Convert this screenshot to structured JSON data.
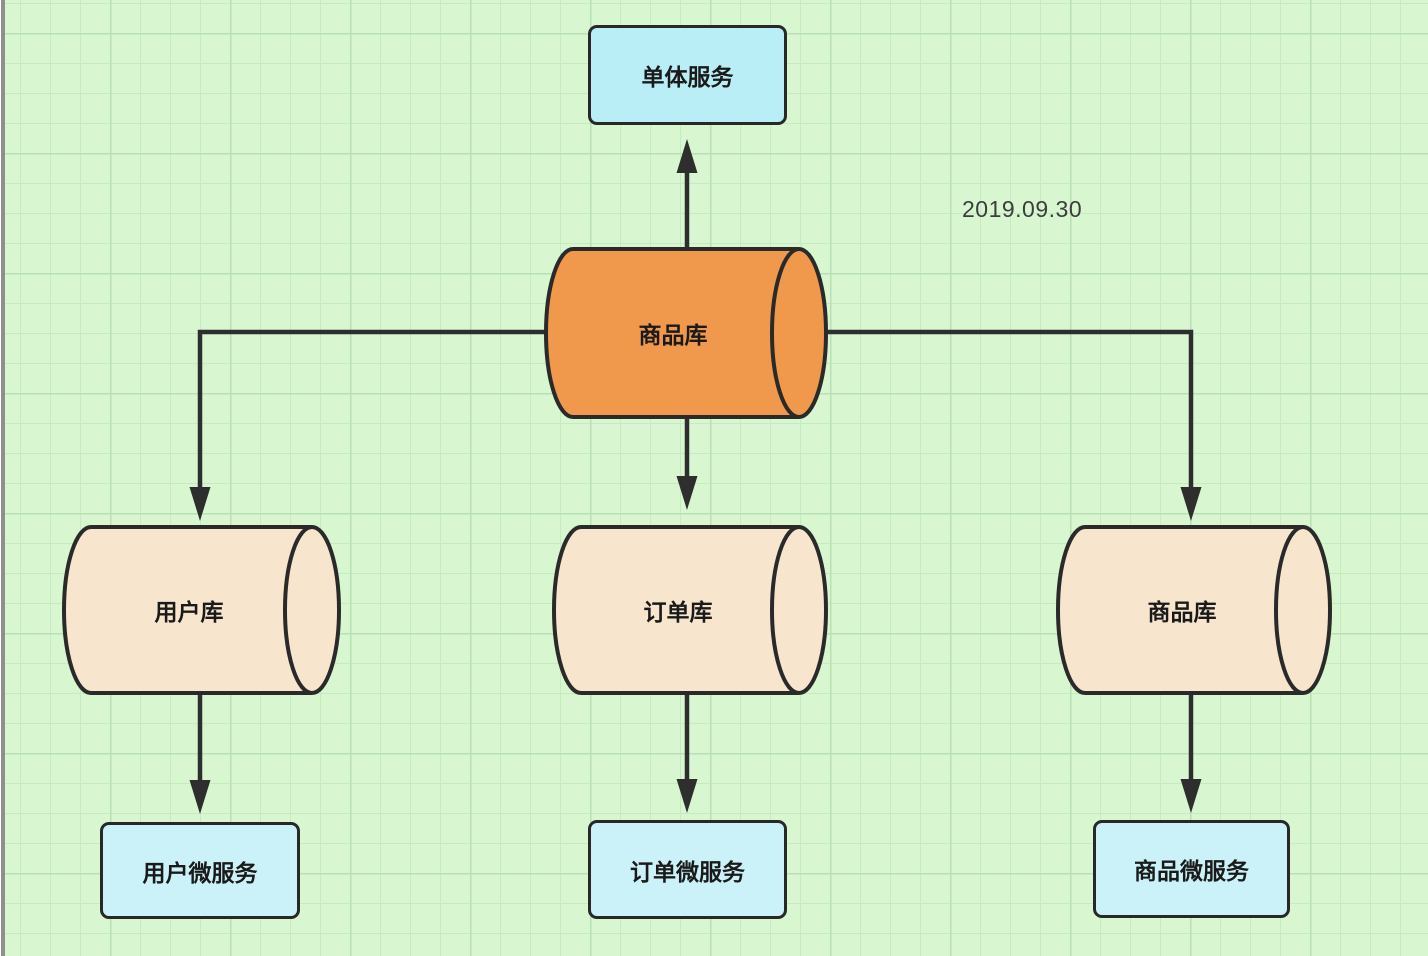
{
  "canvas": {
    "date_label": "2019.09.30",
    "background_color": "#d8f7d1",
    "grid_minor_color": "#c7ebc1",
    "grid_major_color": "#b9e0b4",
    "edge_color": "#2e2e2e",
    "shape_border_color": "#2a2a2a"
  },
  "nodes": {
    "monolith_service": {
      "label": "单体服务",
      "shape": "rounded-rect",
      "fill": "#b9eef7"
    },
    "central_product_db": {
      "label": "商品库",
      "shape": "cylinder",
      "fill": "#f0984c"
    },
    "user_db": {
      "label": "用户库",
      "shape": "cylinder",
      "fill": "#f8e5ce"
    },
    "order_db": {
      "label": "订单库",
      "shape": "cylinder",
      "fill": "#f8e5ce"
    },
    "product_db": {
      "label": "商品库",
      "shape": "cylinder",
      "fill": "#f8e5ce"
    },
    "user_microservice": {
      "label": "用户微服务",
      "shape": "rounded-rect",
      "fill": "#ccf2f9"
    },
    "order_microservice": {
      "label": "订单微服务",
      "shape": "rounded-rect",
      "fill": "#ccf2f9"
    },
    "product_microservice": {
      "label": "商品微服务",
      "shape": "rounded-rect",
      "fill": "#ccf2f9"
    }
  },
  "edges": [
    {
      "from": "central_product_db",
      "to": "monolith_service",
      "direction": "up"
    },
    {
      "from": "central_product_db",
      "to": "user_db",
      "direction": "left-down"
    },
    {
      "from": "central_product_db",
      "to": "order_db",
      "direction": "down"
    },
    {
      "from": "central_product_db",
      "to": "product_db",
      "direction": "right-down"
    },
    {
      "from": "user_db",
      "to": "user_microservice",
      "direction": "down"
    },
    {
      "from": "order_db",
      "to": "order_microservice",
      "direction": "down"
    },
    {
      "from": "product_db",
      "to": "product_microservice",
      "direction": "down"
    }
  ]
}
